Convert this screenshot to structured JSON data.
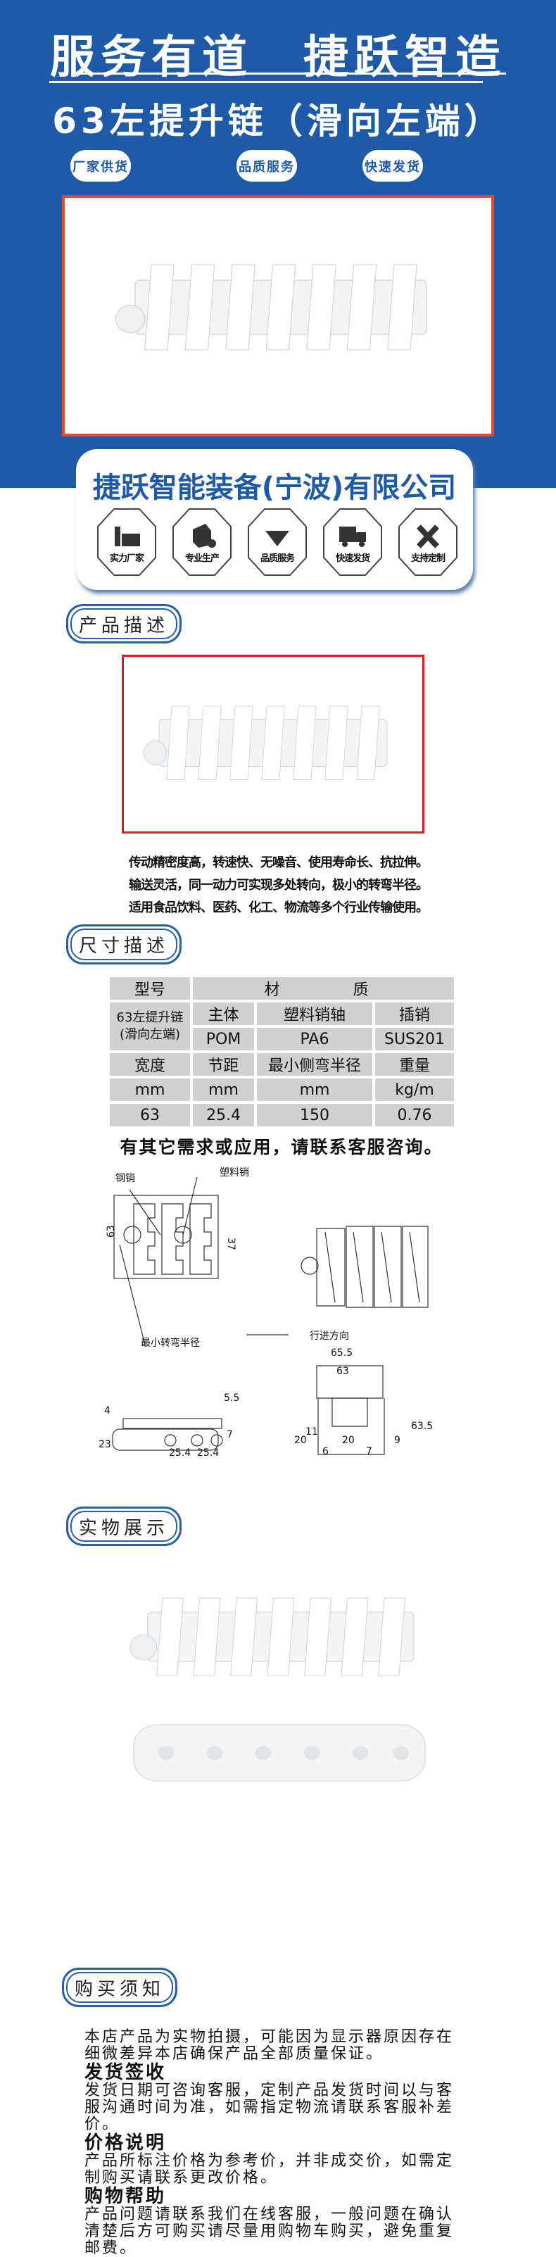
{
  "hero": {
    "slogan": "服务有道　捷跃智造",
    "title": "63左提升链（滑向左端）",
    "pills": [
      "厂家供货",
      "品质服务",
      "快速发货"
    ]
  },
  "company": {
    "name": "捷跃智能装备(宁波)有限公司",
    "badges": [
      {
        "label": "实力厂家",
        "icon": "factory-icon"
      },
      {
        "label": "专业生产",
        "icon": "box-gear-icon"
      },
      {
        "label": "品质服务",
        "icon": "diamond-icon"
      },
      {
        "label": "快速发货",
        "icon": "truck-icon"
      },
      {
        "label": "支持定制",
        "icon": "ruler-pencil-icon"
      }
    ]
  },
  "sections": {
    "product_desc": "产品描述",
    "size_desc": "尺寸描述",
    "real_show": "实物展示",
    "buy_notes": "购买须知"
  },
  "description": [
    "传动精密度高，转速快、无噪音、使用寿命长、抗拉伸。",
    "输送灵活，同一动力可实现多处转向，极小的转弯半径。",
    "适用食品饮料、医药、化工、物流等多个行业传输使用。"
  ],
  "spec_table": {
    "model_label": "型号",
    "material_label": "材　　质",
    "model": "63左提升链",
    "model_sub": "(滑向左端)",
    "material_headers": [
      "主体",
      "塑料销轴",
      "插销"
    ],
    "materials": [
      "POM",
      "PA6",
      "SUS201"
    ],
    "dim_headers": [
      "宽度",
      "节距",
      "最小侧弯半径",
      "重量"
    ],
    "units": [
      "mm",
      "mm",
      "mm",
      "kg/m"
    ],
    "values": [
      "63",
      "25.4",
      "150",
      "0.76"
    ]
  },
  "note": "有其它需求或应用，请联系客服咨询。",
  "drawing": {
    "steel_pin": "钢销",
    "plastic_pin": "塑料销",
    "min_radius": "最小转弯半径",
    "direction": "行进方向",
    "dims": {
      "width": "63",
      "inner": "37",
      "d655": "65.5",
      "d63": "63",
      "d20": "20",
      "d11": "11",
      "d9": "9",
      "d635": "63.5",
      "d6": "6",
      "d7": "7",
      "d55": "5.5",
      "d4": "4",
      "d23": "23",
      "d7b": "7",
      "p1": "25.4",
      "p2": "25.4",
      "d20b": "20"
    }
  },
  "buy": {
    "intro": "本店产品为实物拍摄，可能因为显示器原因存在细微差异本店确保产品全部质量保证。",
    "items": [
      {
        "title": "发货签收",
        "text": "发货日期可咨询客服，定制产品发货时间以与客服沟通时间为准，如需指定物流请联系客服补差价。"
      },
      {
        "title": "价格说明",
        "text": "产品所标注价格为参考价，并非成交价，如需定制购买请联系更改价格。"
      },
      {
        "title": "购物帮助",
        "text": "产品问题请联系我们在线客服，一般问题在确认清楚后方可购买请尽量用购物车购买，避免重复邮费。"
      }
    ]
  },
  "colors": {
    "brand_blue": "#1e5aa8",
    "frame_red": "#e84a2a"
  }
}
